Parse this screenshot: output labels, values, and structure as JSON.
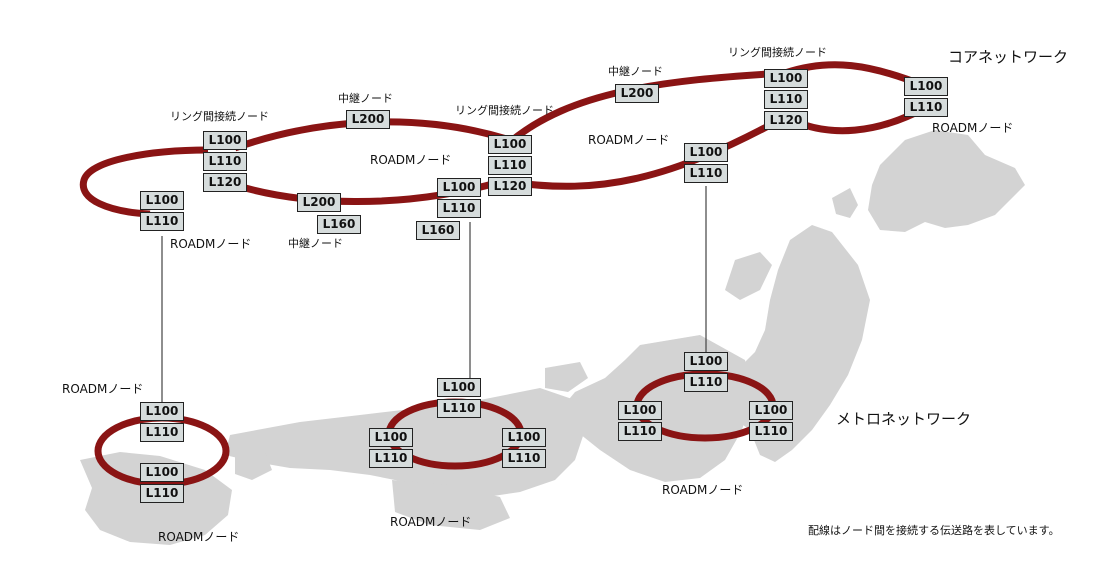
{
  "colors": {
    "ring": "#8a1414",
    "map": "#d3d3d3",
    "box_fill": "#d6dcdc",
    "box_border": "#222222"
  },
  "titles": {
    "core": "コアネットワーク",
    "metro": "メトロネットワーク"
  },
  "labels": {
    "ring_inter_1": "リング間接続ノード",
    "ring_inter_2": "リング間接続ノード",
    "ring_inter_3": "リング間接続ノード",
    "relay_1": "中継ノード",
    "relay_2": "中継ノード",
    "relay_3": "中継ノード",
    "roadm_core_left": "ROADMノード",
    "roadm_core_mid": "ROADMノード",
    "roadm_core_right": "ROADMノード",
    "roadm_core_far": "ROADMノード",
    "roadm_metro_left_top": "ROADMノード",
    "roadm_metro_left_bottom": "ROADMノード",
    "roadm_metro_mid": "ROADMノード",
    "roadm_metro_right": "ROADMノード"
  },
  "nodes": {
    "n_left_inter": [
      "L100",
      "L110",
      "L120"
    ],
    "n_left_roadm": [
      "L100",
      "L110"
    ],
    "n_relay_top": [
      "L200"
    ],
    "n_relay_bottom_a": [
      "L200"
    ],
    "n_relay_bottom_b": [
      "L160"
    ],
    "n_mid_roadm": [
      "L100",
      "L110"
    ],
    "n_mid_roadm_extra": [
      "L160"
    ],
    "n_mid_inter": [
      "L100",
      "L110",
      "L120"
    ],
    "n_relay_right": [
      "L200"
    ],
    "n_right_roadm": [
      "L100",
      "L110"
    ],
    "n_right_inter": [
      "L100",
      "L110",
      "L120"
    ],
    "n_far_roadm": [
      "L100",
      "L110"
    ],
    "m1_top": [
      "L100",
      "L110"
    ],
    "m1_bottom": [
      "L100",
      "L110"
    ],
    "m2_top": [
      "L100",
      "L110"
    ],
    "m2_left": [
      "L100",
      "L110"
    ],
    "m2_right": [
      "L100",
      "L110"
    ],
    "m3_top": [
      "L100",
      "L110"
    ],
    "m3_left": [
      "L100",
      "L110"
    ],
    "m3_right": [
      "L100",
      "L110"
    ]
  },
  "footnote": "配線はノード間を接続する伝送路を表しています。"
}
